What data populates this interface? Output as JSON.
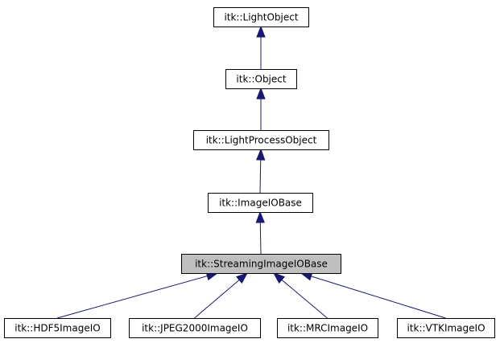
{
  "nodes": [
    {
      "id": "lightobject",
      "label": "itk::LightObject"
    },
    {
      "id": "object",
      "label": "itk::Object"
    },
    {
      "id": "lightprocessobject",
      "label": "itk::LightProcessObject"
    },
    {
      "id": "imageiobase",
      "label": "itk::ImageIOBase"
    },
    {
      "id": "streamingimageiobase",
      "label": "itk::StreamingImageIOBase",
      "highlighted": true
    },
    {
      "id": "hdf5imageio",
      "label": "itk::HDF5ImageIO"
    },
    {
      "id": "jpeg2000imageio",
      "label": "itk::JPEG2000ImageIO"
    },
    {
      "id": "mrcimageio",
      "label": "itk::MRCImageIO"
    },
    {
      "id": "vtkimageio",
      "label": "itk::VTKImageIO"
    }
  ],
  "edges": [
    {
      "from": "object",
      "to": "lightobject"
    },
    {
      "from": "lightprocessobject",
      "to": "object"
    },
    {
      "from": "imageiobase",
      "to": "lightprocessobject"
    },
    {
      "from": "streamingimageiobase",
      "to": "imageiobase"
    },
    {
      "from": "hdf5imageio",
      "to": "streamingimageiobase"
    },
    {
      "from": "jpeg2000imageio",
      "to": "streamingimageiobase"
    },
    {
      "from": "mrcimageio",
      "to": "streamingimageiobase"
    },
    {
      "from": "vtkimageio",
      "to": "streamingimageiobase"
    }
  ],
  "colors": {
    "edge": "#191970",
    "highlight_fill": "#bfbfbf",
    "box_fill": "#ffffff",
    "box_stroke": "#000000"
  }
}
